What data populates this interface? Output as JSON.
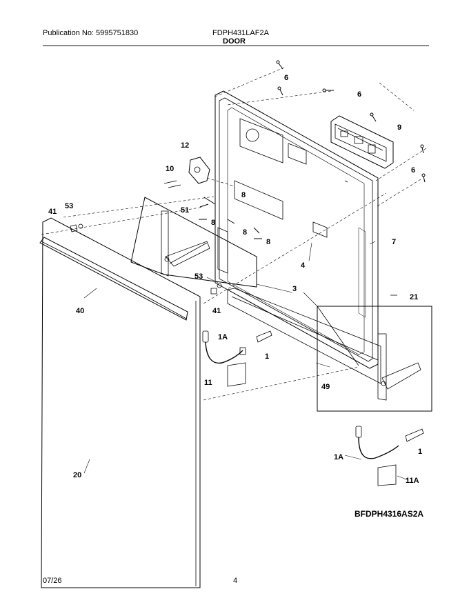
{
  "header": {
    "publication": "Publication No: 5995751830",
    "model": "FDPH431LAF2A",
    "section": "DOOR"
  },
  "callouts": {
    "c6a": "6",
    "c6b": "6",
    "c9": "9",
    "c6c": "6",
    "c12": "12",
    "c10": "10",
    "c51": "51",
    "c8a": "8",
    "c8b": "8",
    "c8c": "8",
    "c8d": "8",
    "c7": "7",
    "c4": "4",
    "c41a": "41",
    "c53a": "53",
    "c53b": "53",
    "c3": "3",
    "c41b": "41",
    "c40": "40",
    "c21": "21",
    "c1Aa": "1A",
    "c1a": "1",
    "c11": "11",
    "c49": "49",
    "c1Ab": "1A",
    "c1b": "1",
    "c11A": "11A",
    "c20": "20"
  },
  "diagram_code": "BFDPH4316AS2A",
  "footer": {
    "date": "07/26",
    "page": "4"
  }
}
